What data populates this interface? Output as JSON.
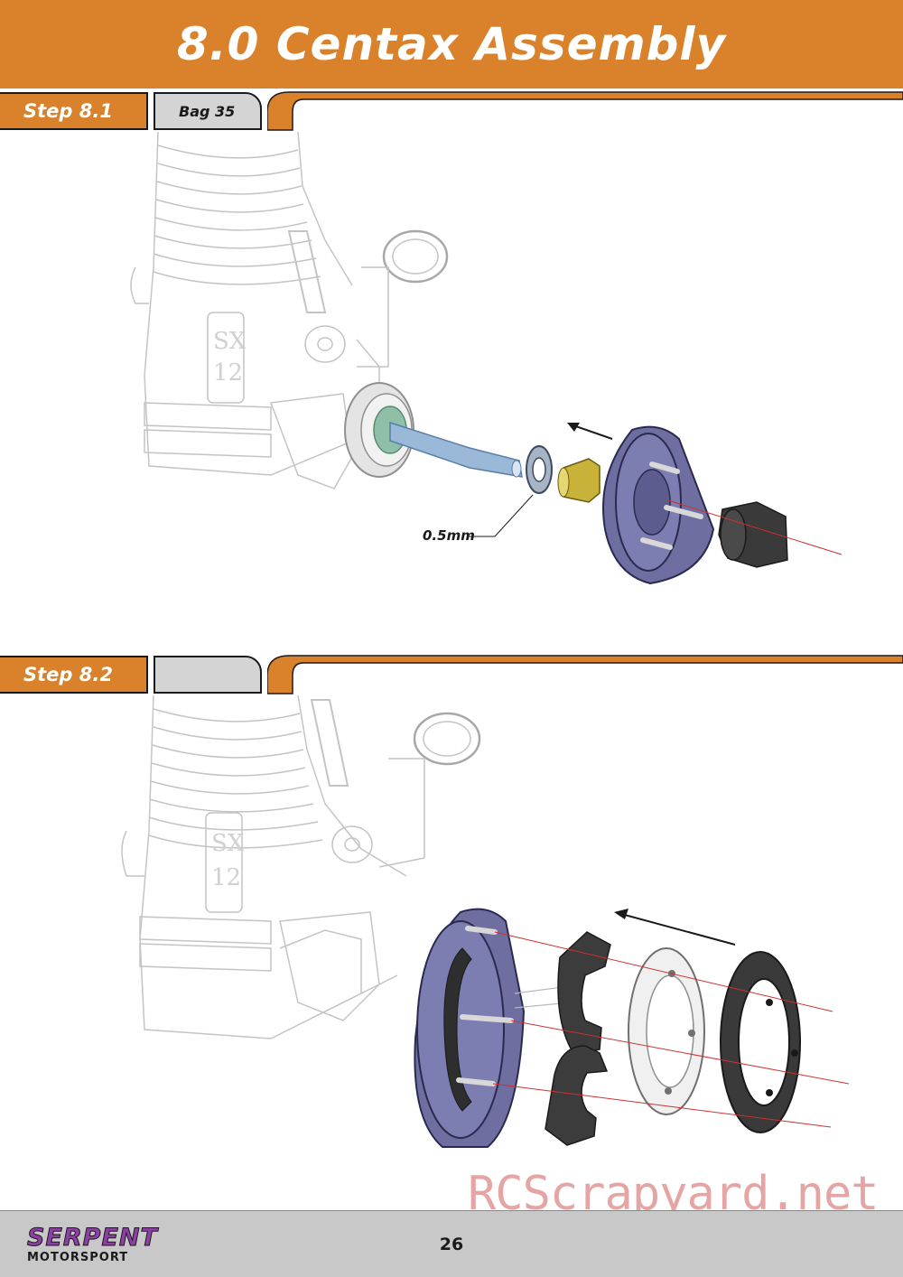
{
  "header": {
    "title": "8.0 Centax Assembly"
  },
  "steps": [
    {
      "label": "Step 8.1",
      "bag": "Bag 35",
      "annotation": "0.5mm"
    },
    {
      "label": "Step 8.2",
      "bag": ""
    }
  ],
  "footer": {
    "brand_line1": "SERPENT",
    "brand_line2": "MOTORSPORT",
    "page_number": "26"
  },
  "watermark": "RCScrapyard.net",
  "colors": {
    "accent_orange": "#d9822b",
    "tab_grey": "#d4d4d4",
    "part_blue": "#6e6fa0",
    "shaft_blue": "#9ab8d8",
    "brass": "#c8b23a",
    "guide_red": "#d03030",
    "logo_purple": "#8e3fa4"
  }
}
